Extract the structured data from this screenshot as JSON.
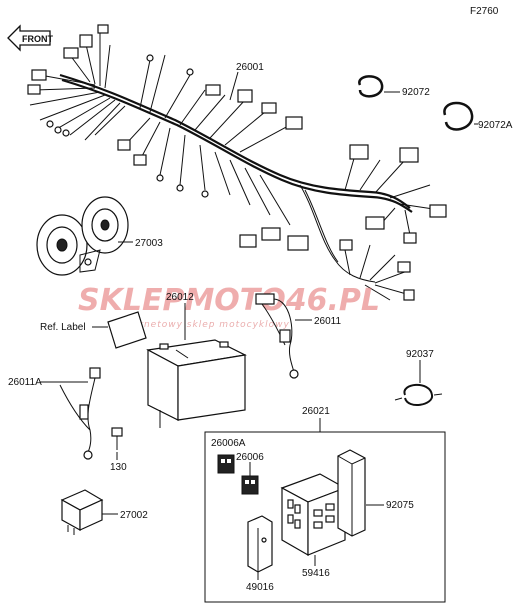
{
  "figure_code": "F2760",
  "front_label": "FRONT",
  "watermark": {
    "brand": "SKLEPMOTO46.PL",
    "tagline": "internetowy sklep motocyklowy"
  },
  "callouts": {
    "harness": "26001",
    "band": "92072",
    "band_a": "92072A",
    "horn": "27003",
    "battery": "26012",
    "ref_label": "Ref. Label",
    "lead": "26011",
    "cable_a": "26011A",
    "bolt": "130",
    "relay": "27002",
    "clamp": "92037",
    "box_assy": "26021",
    "relay_a": "26006A",
    "relay_b": "26006",
    "fuse_box": "59416",
    "cover": "92075",
    "bracket": "49016"
  }
}
